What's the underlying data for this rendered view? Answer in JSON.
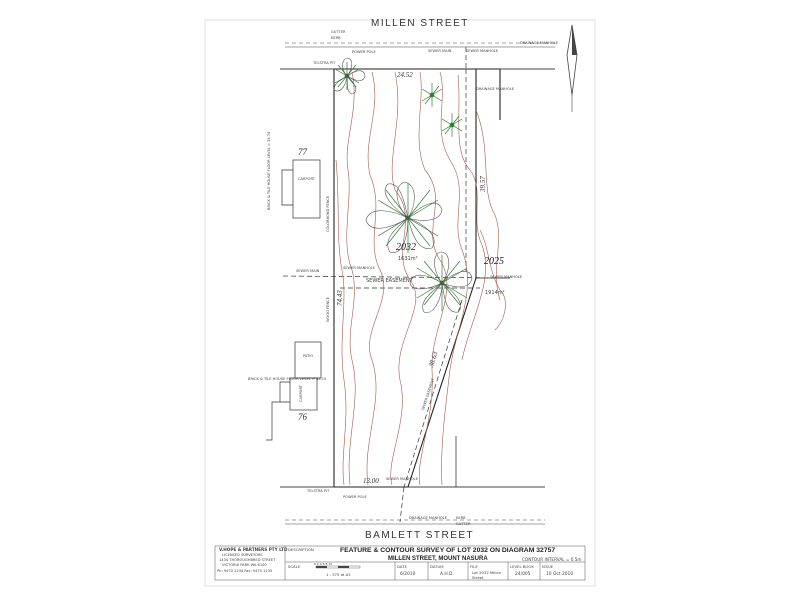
{
  "streets": {
    "north": "MILLEN STREET",
    "south": "BAMLETT STREET"
  },
  "labels": {
    "gutter": "GUTTER",
    "kerb": "KERB",
    "sewer_manhole": "SEWER MANHOLE",
    "sewer_main": "SEWER MAIN",
    "sewer_easement": "SEWER EASEMENT",
    "drainage_manhole": "DRAINAGE MANHOLE",
    "telstra_pit": "TELSTRA PIT",
    "power_pole": "POWER POLE",
    "carport": "CARPORT",
    "patio": "PATIO",
    "colorbond_fence": "COLORBOND FENCE",
    "wood_fence": "WOOD FENCE",
    "house_77": "BRICK & TILE HOUSE FLOOR LEVEL = 34.74",
    "house_76": "BRICK & TILE HOUSE FLOOR LEVEL = 34.15"
  },
  "dimensions": {
    "north_boundary": "24.52",
    "east_upper": "39.57",
    "east_lower": "38.63",
    "west": "74.43",
    "south_boundary": "13.00",
    "lot_area": "1631m²",
    "adjacent_area": "1914m²"
  },
  "lots": {
    "main": "2032",
    "east": "2025",
    "north_west": "77",
    "south_west": "76"
  },
  "title_block": {
    "company": "V.HOPE & PARTNERS PTY LTD",
    "company_sub": "LICENSED SURVEYORS",
    "address1": "1434 THOROUGHBRED STREET",
    "address2": "VICTORIA PARK  WA  6100",
    "phone": "Ph: 9470 1234  Fax: 9470 1235",
    "description_label": "DESCRIPTION",
    "description": "FEATURE & CONTOUR SURVEY OF LOT 2032 ON DIAGRAM 32757",
    "address": "MILLEN STREET, MOUNT NASURA",
    "contour_interval": "CONTOUR INTERVAL = 0.5m",
    "scale_label": "SCALE",
    "scale_ticks": "0  2  4  6  8  10",
    "scale_text": "1 : 375 at A3",
    "date_label": "DATE",
    "date": "6/2010",
    "datum_label": "DATUM",
    "datum": "A.H.D.",
    "file_label": "FILE",
    "file": "Lot 2032 Millen Street",
    "level_label": "LEVEL BOOK",
    "level": "24/005",
    "issue_label": "ISSUE",
    "issue": "10 Oct 2010"
  }
}
